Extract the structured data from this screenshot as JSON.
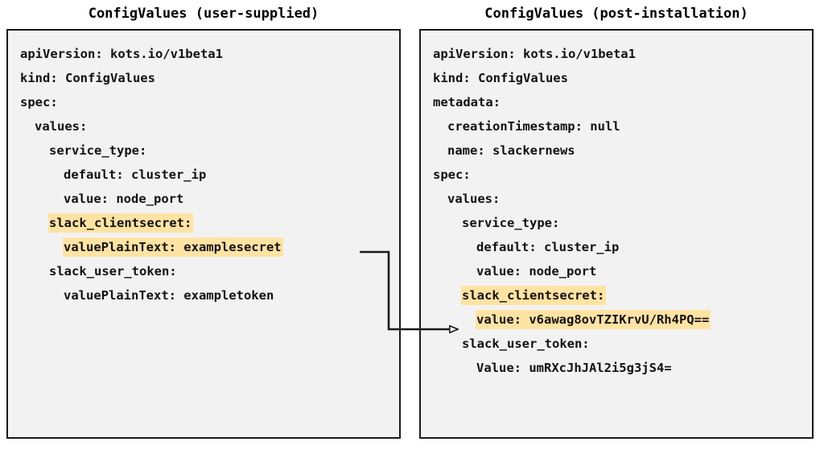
{
  "panels": {
    "left": {
      "title": "ConfigValues (user-supplied)",
      "lines": [
        {
          "text": "apiVersion: kots.io/v1beta1",
          "indent": 0,
          "highlight": false
        },
        {
          "text": "kind: ConfigValues",
          "indent": 0,
          "highlight": false
        },
        {
          "text": "spec:",
          "indent": 0,
          "highlight": false
        },
        {
          "text": "values:",
          "indent": 1,
          "highlight": false
        },
        {
          "text": "service_type:",
          "indent": 2,
          "highlight": false
        },
        {
          "text": "default: cluster_ip",
          "indent": 3,
          "highlight": false
        },
        {
          "text": "value: node_port",
          "indent": 3,
          "highlight": false
        },
        {
          "text": "slack_clientsecret:",
          "indent": 2,
          "highlight": true
        },
        {
          "text": "valuePlainText: examplesecret",
          "indent": 3,
          "highlight": true
        },
        {
          "text": "slack_user_token:",
          "indent": 2,
          "highlight": false
        },
        {
          "text": "valuePlainText: exampletoken",
          "indent": 3,
          "highlight": false
        }
      ]
    },
    "right": {
      "title": "ConfigValues (post-installation)",
      "lines": [
        {
          "text": "apiVersion: kots.io/v1beta1",
          "indent": 0,
          "highlight": false
        },
        {
          "text": "kind: ConfigValues",
          "indent": 0,
          "highlight": false
        },
        {
          "text": "metadata:",
          "indent": 0,
          "highlight": false
        },
        {
          "text": "creationTimestamp: null",
          "indent": 1,
          "highlight": false
        },
        {
          "text": "name: slackernews",
          "indent": 1,
          "highlight": false
        },
        {
          "text": "spec:",
          "indent": 0,
          "highlight": false
        },
        {
          "text": "values:",
          "indent": 1,
          "highlight": false
        },
        {
          "text": "service_type:",
          "indent": 2,
          "highlight": false
        },
        {
          "text": "default: cluster_ip",
          "indent": 3,
          "highlight": false
        },
        {
          "text": "value: node_port",
          "indent": 3,
          "highlight": false
        },
        {
          "text": "slack_clientsecret:",
          "indent": 2,
          "highlight": true
        },
        {
          "text": "value: v6awag8ovTZIKrvU/Rh4PQ==",
          "indent": 3,
          "highlight": true
        },
        {
          "text": "slack_user_token:",
          "indent": 2,
          "highlight": false
        },
        {
          "text": "Value: umRXcJhJAl2i5g3jS4=",
          "indent": 3,
          "highlight": false
        }
      ]
    }
  },
  "connector": {
    "label": "maps-to-arrow",
    "from": "left.slack_clientsecret.valuePlainText",
    "to": "right.slack_clientsecret.value",
    "arrowhead": "hollow-triangle"
  },
  "colors": {
    "highlight": "#ffe3a3",
    "panel_background": "#f2f2f2",
    "panel_border": "#1a1a1a",
    "text": "#111111",
    "connector": "#1a1a1a",
    "page_background": "#ffffff"
  }
}
